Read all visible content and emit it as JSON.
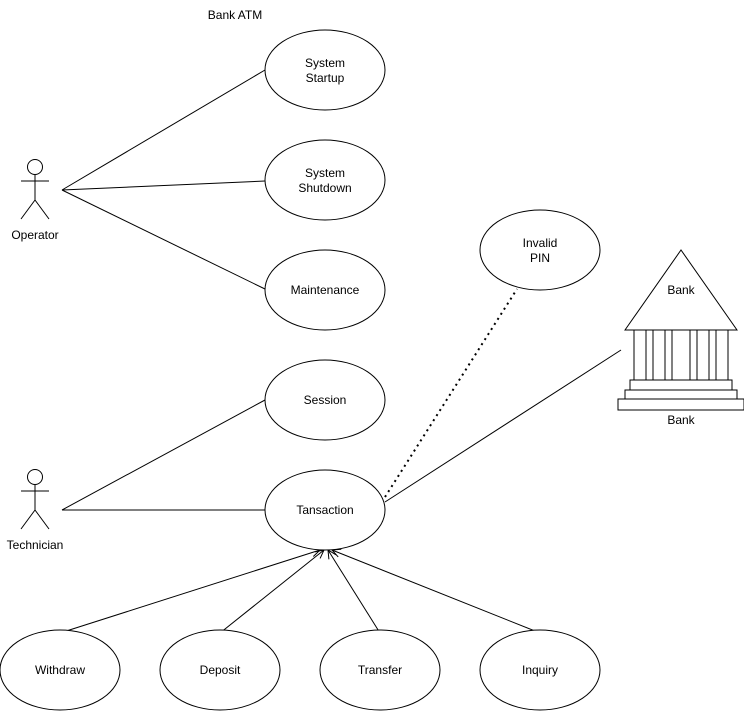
{
  "title": "Bank ATM",
  "actors": {
    "operator": "Operator",
    "technician": "Technician"
  },
  "use_cases": {
    "system_startup": [
      "System",
      "Startup"
    ],
    "system_shutdown": [
      "System",
      "Shutdown"
    ],
    "maintenance": "Maintenance",
    "session": "Session",
    "transaction": "Tansaction",
    "invalid_pin": [
      "Invalid",
      "PIN"
    ],
    "withdraw": "Withdraw",
    "deposit": "Deposit",
    "transfer": "Transfer",
    "inquiry": "Inquiry"
  },
  "bank": {
    "roof_label": "Bank",
    "caption": "Bank"
  }
}
